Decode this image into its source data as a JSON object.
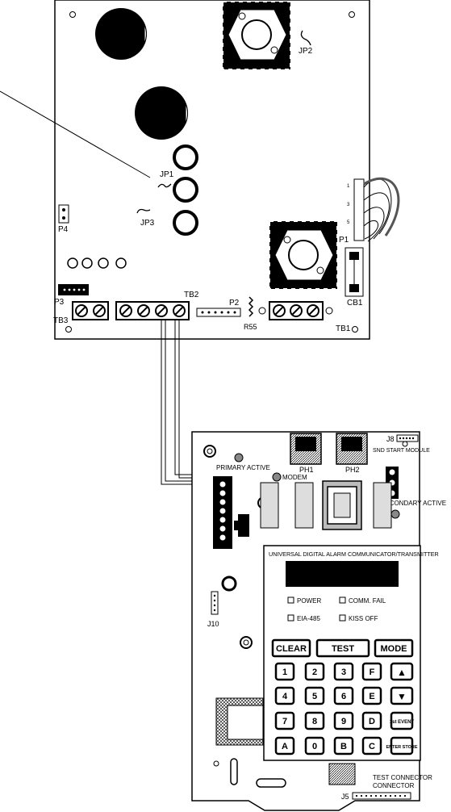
{
  "power_board": {
    "jumpers": {
      "jp1": "JP1",
      "jp2": "JP2",
      "jp3": "JP3"
    },
    "connectors": {
      "p1": "P1",
      "p2": "P2",
      "p3": "P3",
      "p4": "P4",
      "r55": "R55",
      "cb1": "CB1"
    },
    "terminal_blocks": {
      "tb1": "TB1",
      "tb2": "TB2",
      "tb3": "TB3"
    },
    "p1_pin_numbers": [
      "1",
      "3",
      "5"
    ]
  },
  "communicator": {
    "labels": {
      "primary_active": "PRIMARY ACTIVE",
      "modem": "MODEM",
      "ph1": "PH1",
      "ph2": "PH2",
      "j8": "J8",
      "snd_start_module": "SND START MODULE",
      "secondary_active": "SECONDARY ACTIVE",
      "j10": "J10",
      "j5": "J5",
      "test_connector": "TEST CONNECTOR",
      "title": "UNIVERSAL DIGITAL ALARM COMMUNICATOR/TRANSMITTER"
    },
    "status_leds": {
      "power": "POWER",
      "comm_fail": "COMM. FAIL",
      "eia": "EIA-485",
      "kiss_off": "KISS OFF"
    }
  },
  "keypad": {
    "clear": "CLEAR",
    "test": "TEST",
    "mode": "MODE",
    "keys": [
      [
        "1",
        "2",
        "3",
        "F",
        "▲"
      ],
      [
        "4",
        "5",
        "6",
        "E",
        "▼"
      ],
      [
        "7",
        "8",
        "9",
        "D",
        "1st EVENT"
      ],
      [
        "A",
        "0",
        "B",
        "C",
        "ENTER STORE"
      ]
    ]
  }
}
